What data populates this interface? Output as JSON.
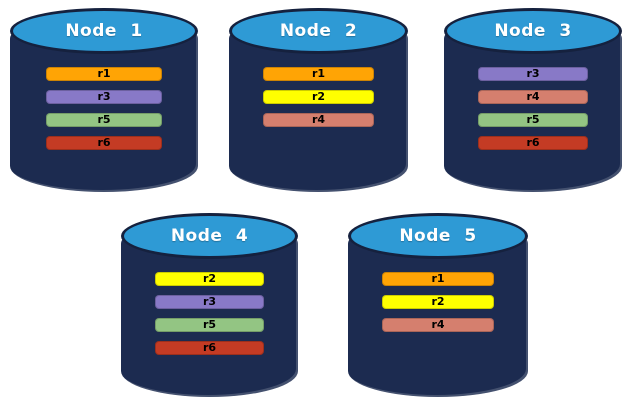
{
  "diagram": {
    "colors": {
      "background": "#FFFFFF",
      "cylinder_top": "#2E9AD5",
      "cylinder_body": "#1C2B50",
      "cylinder_border": "#15213E",
      "node_label_text": "#FFFFFF",
      "bar_text": "#000000"
    },
    "replica_colors": {
      "r1": "#FFA405",
      "r2": "#FFFF00",
      "r3": "#8879C7",
      "r4": "#D57F6E",
      "r5": "#93C583",
      "r6": "#C43B24"
    },
    "nodes": [
      {
        "label": "Node 1",
        "replicas": [
          "r1",
          "r3",
          "r5",
          "r6"
        ]
      },
      {
        "label": "Node 2",
        "replicas": [
          "r1",
          "r2",
          "r4"
        ]
      },
      {
        "label": "Node 3",
        "replicas": [
          "r3",
          "r4",
          "r5",
          "r6"
        ]
      },
      {
        "label": "Node 4",
        "replicas": [
          "r2",
          "r3",
          "r5",
          "r6"
        ]
      },
      {
        "label": "Node 5",
        "replicas": [
          "r1",
          "r2",
          "r4"
        ]
      }
    ]
  }
}
